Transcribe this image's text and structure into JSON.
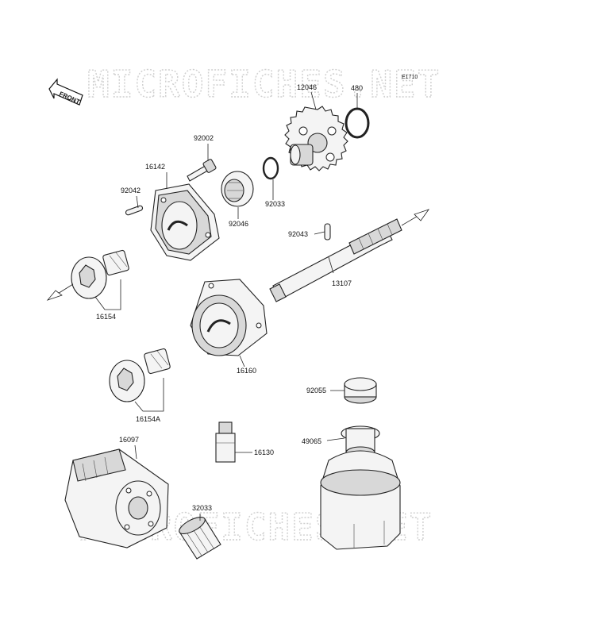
{
  "diagram": {
    "code": "E1710",
    "watermark": "MICROFICHES.NET",
    "front_label": "FRONT",
    "parts": [
      {
        "id": "p-12046",
        "number": "12046"
      },
      {
        "id": "p-480",
        "number": "480"
      },
      {
        "id": "p-92002",
        "number": "92002"
      },
      {
        "id": "p-16142",
        "number": "16142"
      },
      {
        "id": "p-92042",
        "number": "92042"
      },
      {
        "id": "p-92046",
        "number": "92046"
      },
      {
        "id": "p-92033",
        "number": "92033"
      },
      {
        "id": "p-92043",
        "number": "92043"
      },
      {
        "id": "p-13107",
        "number": "13107"
      },
      {
        "id": "p-16154",
        "number": "16154"
      },
      {
        "id": "p-16160",
        "number": "16160"
      },
      {
        "id": "p-16154A",
        "number": "16154A"
      },
      {
        "id": "p-92055",
        "number": "92055"
      },
      {
        "id": "p-16097",
        "number": "16097"
      },
      {
        "id": "p-49065",
        "number": "49065"
      },
      {
        "id": "p-16130",
        "number": "16130"
      },
      {
        "id": "p-32033",
        "number": "32033"
      }
    ]
  }
}
